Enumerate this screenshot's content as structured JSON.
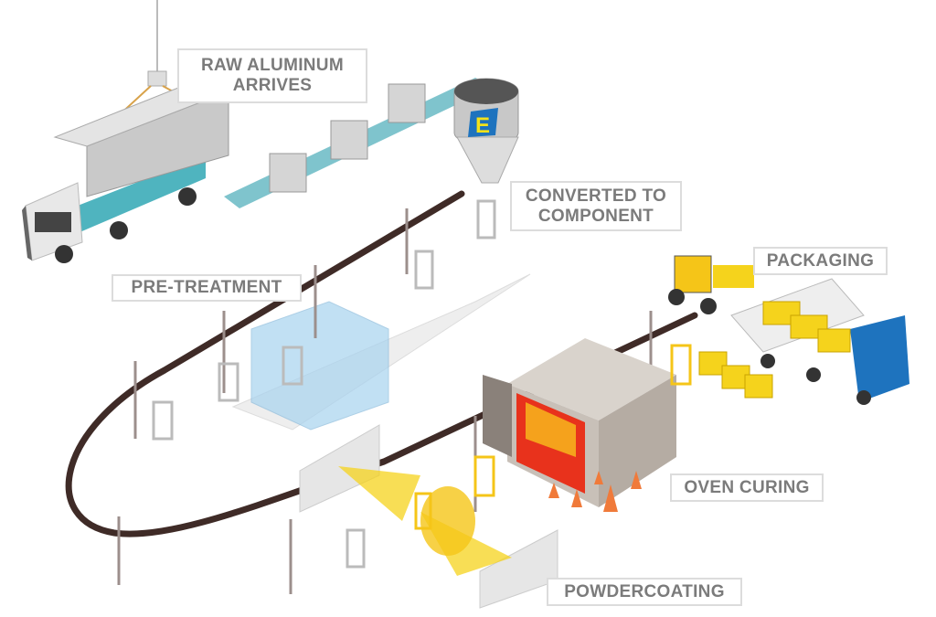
{
  "labels": {
    "raw_aluminum": "RAW ALUMINUM ARRIVES",
    "converted": "CONVERTED TO COMPONENT",
    "pre_treatment": "PRE-TREATMENT",
    "packaging": "PACKAGING",
    "oven_curing": "OVEN CURING",
    "powdercoating": "POWDERCOATING"
  },
  "logo": {
    "letter": "E",
    "colors": {
      "fill": "#f3e21a",
      "border": "#1e73be"
    }
  },
  "colors": {
    "conveyor": "#7fc4cd",
    "track": "#3f2b27",
    "truck_bed": "#4fb4bf",
    "accent_yellow": "#f5d31c",
    "oven_glow": "#e8321c",
    "label_text": "#7b7b7b"
  }
}
